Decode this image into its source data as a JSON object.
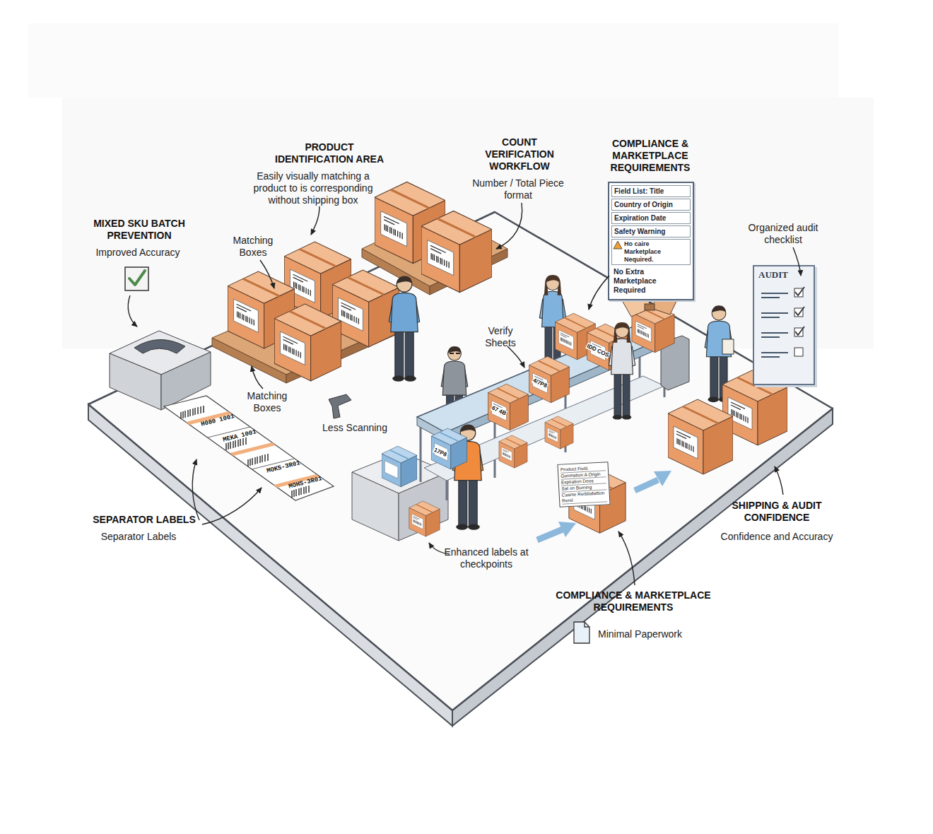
{
  "diagram": {
    "nodes": [
      {
        "text": [
          "Field List: Title",
          "Country of Origin",
          "Expiration Date",
          "Safety Warning",
          "Ho caire Marketplace Nequired.",
          "No Extra Marketplace Required"
        ]
      },
      {
        "text": [
          "AUDIT"
        ]
      },
      {
        "text": [
          "Product Field.",
          "Genmation A Origin",
          "Expiration Dees",
          "Sat on Burning",
          "Casme Rerbliafattion Rerel"
        ]
      }
    ],
    "labels": [
      "MIXED SKU BATCH PREVENTION",
      "Improved Accuracy",
      "PRODUCT IDENTIFICATION AREA",
      "Easily visually matching a product to is corresponding without shipping box",
      "COUNT VERIFICATION WORKFLOW",
      "Number / Total Piece format",
      "COMPLIANCE & MARKETPLACE REQUIREMENTS",
      "Organized audit checklist",
      "Matching Boxes",
      "Matching Boxes",
      "Verify Sheets",
      "Less Scanning",
      "SEPARATOR LABELS",
      "Separator Labels",
      "Enhanced labels at checkpoints",
      "COMPLIANCE & MARKETPLACE REQUIREMENTS",
      "Minimal Paperwork",
      "SHIPPING & AUDIT CONFIDENCE",
      "Confidence and Accuracy",
      "H080 1001",
      "MEKA 1001",
      "MOKS-3R01",
      "MOHS-3R01",
      "17P8",
      "67 4B",
      "4/7P8",
      "IDD COS"
    ]
  }
}
